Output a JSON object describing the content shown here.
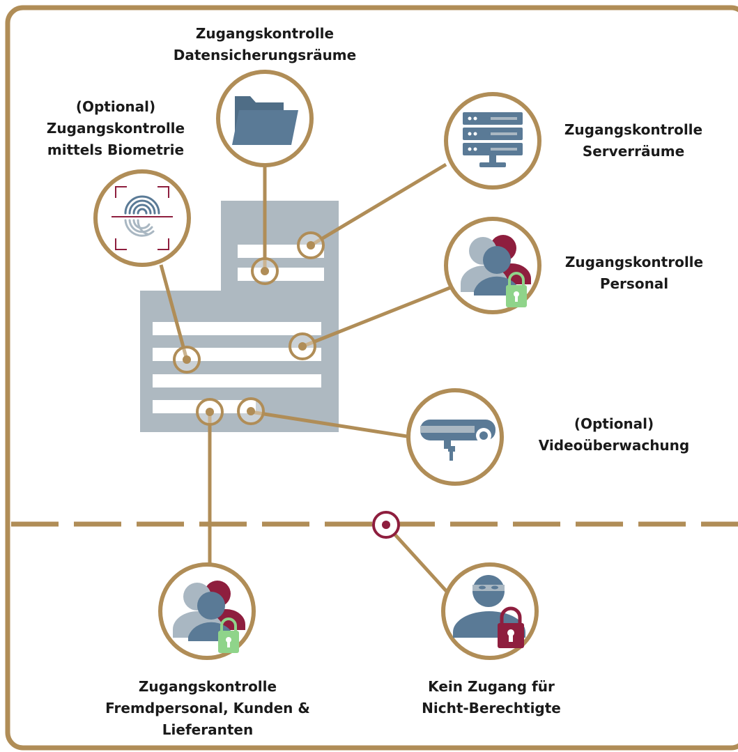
{
  "colors": {
    "gold": "#B08D57",
    "slate": "#5A7A96",
    "slate_light": "#A9B7C2",
    "building": "#AEB9C1",
    "maroon": "#8E1E3E",
    "green": "#8FD48A"
  },
  "nodes": [
    {
      "id": "datensicherung",
      "icon": "folder-icon",
      "lines": [
        "Zugangskontrolle",
        "Datensicherungsräume"
      ]
    },
    {
      "id": "biometrie",
      "icon": "fingerprint-icon",
      "lines": [
        "(Optional)",
        "Zugangskontrolle",
        "mittels Biometrie"
      ]
    },
    {
      "id": "server",
      "icon": "server-icon",
      "lines": [
        "Zugangskontrolle",
        "Serverräume"
      ]
    },
    {
      "id": "personal",
      "icon": "staff-lock-icon",
      "lines": [
        "Zugangskontrolle",
        "Personal"
      ]
    },
    {
      "id": "video",
      "icon": "cctv-camera-icon",
      "lines": [
        "(Optional)",
        "Videoüberwachung"
      ]
    },
    {
      "id": "fremd",
      "icon": "visitors-lock-icon",
      "lines": [
        "Zugangskontrolle",
        "Fremdpersonal, Kunden &",
        "Lieferanten"
      ]
    },
    {
      "id": "kein",
      "icon": "intruder-lock-icon",
      "lines": [
        "Kein Zugang für",
        "Nicht-Berechtigte"
      ]
    }
  ]
}
